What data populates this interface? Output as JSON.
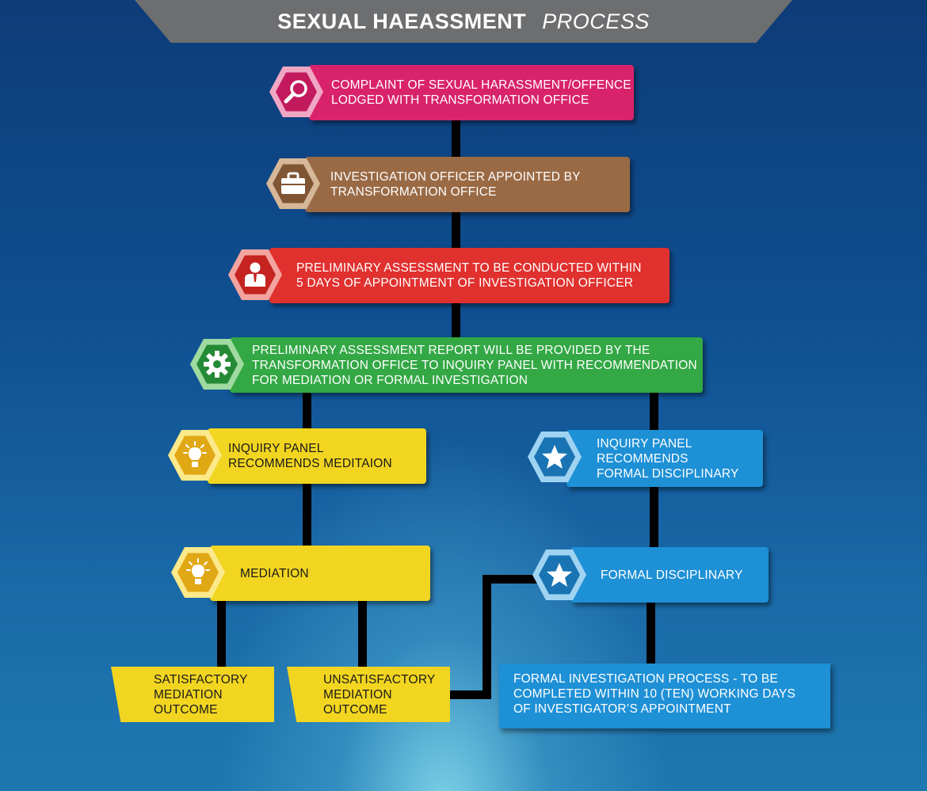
{
  "title": {
    "bold": "SEXUAL HAEASSMENT",
    "light": "PROCESS"
  },
  "steps": {
    "complaint": "COMPLAINT OF SEXUAL HARASSMENT/OFFENCE\nLODGED WITH TRANSFORMATION OFFICE",
    "appoint": "INVESTIGATION OFFICER APPOINTED BY\nTRANSFORMATION OFFICE",
    "preliminary": "PRELIMINARY ASSESSMENT TO BE CONDUCTED WITHIN\n5 DAYS OF APPOINTMENT OF INVESTIGATION OFFICER",
    "report": "PRELIMINARY ASSESSMENT REPORT WILL BE PROVIDED BY THE\nTRANSFORMATION OFFICE TO INQUIRY PANEL WITH RECOMMENDATION\nFOR MEDIATION OR FORMAL INVESTIGATION",
    "recommend_mediation": "INQUIRY PANEL\nRECOMMENDS MEDITAION",
    "recommend_formal": "INQUIRY PANEL\nRECOMMENDS\nFORMAL DISCIPLINARY",
    "mediation": "MEDIATION",
    "formal_disciplinary": "FORMAL DISCIPLINARY",
    "satisfactory": "SATISFACTORY\nMEDIATION\nOUTCOME",
    "unsatisfactory": "UNSATISFACTORY\nMEDIATION\nOUTCOME",
    "formal_investigation": "FORMAL INVESTIGATION PROCESS - TO BE\nCOMPLETED WITHIN 10 (TEN) WORKING DAYS\nOF INVESTIGATOR’S APPOINTMENT"
  },
  "colors": {
    "magenta": "#d8236a",
    "brown": "#9a6a45",
    "red": "#e0312f",
    "green": "#33a845",
    "yellow": "#f2d520",
    "blue": "#1e90d6"
  },
  "icons": {
    "complaint": "magnifier-icon",
    "appoint": "briefcase-icon",
    "preliminary": "person-icon",
    "report": "gear-icon",
    "recommend_mediation": "lightbulb-icon",
    "mediation": "lightbulb-icon",
    "recommend_formal": "star-icon",
    "formal_disciplinary": "star-icon"
  }
}
